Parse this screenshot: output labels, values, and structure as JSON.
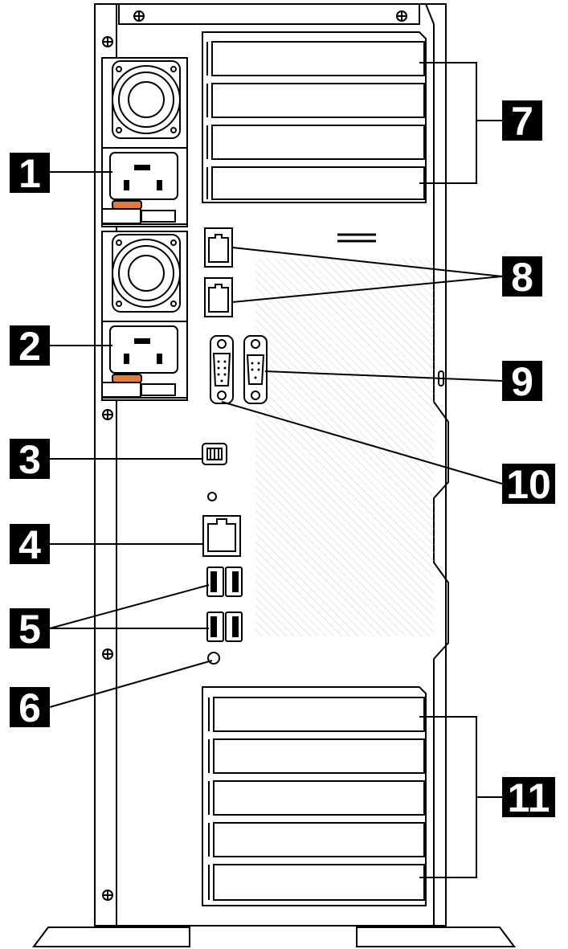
{
  "diagram": {
    "callouts": [
      {
        "id": "1",
        "label": "1"
      },
      {
        "id": "2",
        "label": "2"
      },
      {
        "id": "3",
        "label": "3"
      },
      {
        "id": "4",
        "label": "4"
      },
      {
        "id": "5",
        "label": "5"
      },
      {
        "id": "6",
        "label": "6"
      },
      {
        "id": "7",
        "label": "7"
      },
      {
        "id": "8",
        "label": "8"
      },
      {
        "id": "9",
        "label": "9"
      },
      {
        "id": "10",
        "label": "10"
      },
      {
        "id": "11",
        "label": "11"
      }
    ],
    "colors": {
      "line": "#000000",
      "callout_bg": "#000000",
      "callout_text": "#ffffff",
      "latch": "#e07b39",
      "hatch": "#c8c8c8"
    }
  }
}
